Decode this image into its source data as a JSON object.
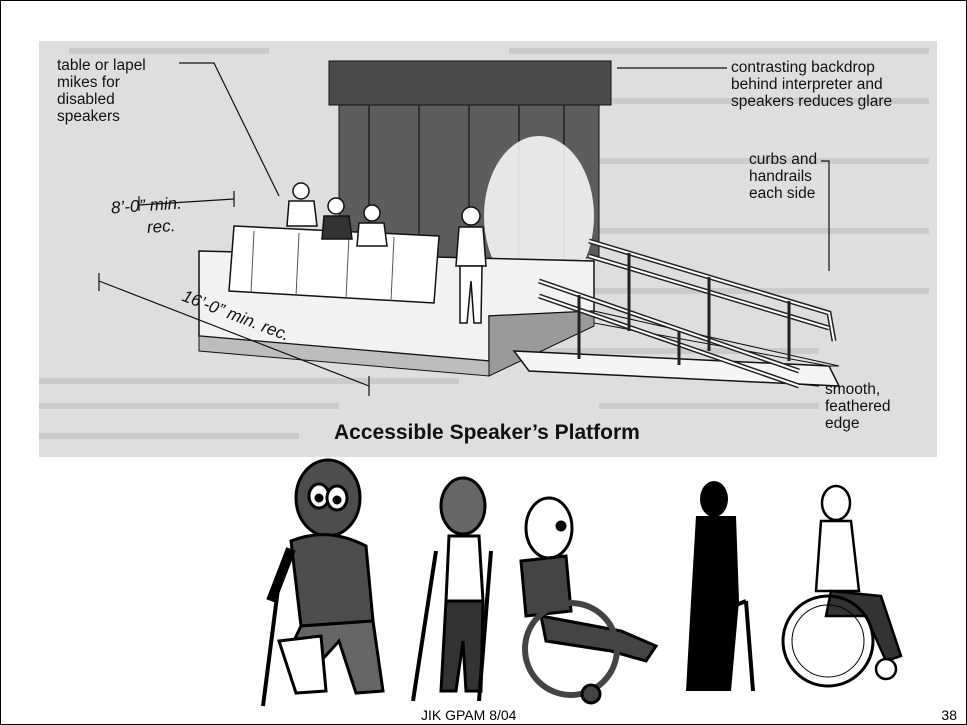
{
  "figure": {
    "caption": "Accessible Speaker’s Platform",
    "labels": {
      "mikes": [
        "table or lapel",
        "mikes for",
        "disabled",
        "speakers"
      ],
      "backdrop": [
        "contrasting backdrop",
        "behind interpreter and",
        "speakers reduces glare"
      ],
      "curbs": [
        "curbs and",
        "handrails",
        "each side"
      ],
      "edge": [
        "smooth,",
        "feathered",
        "edge"
      ]
    },
    "dimensions": {
      "short_min": "8’-0” min.",
      "short_rec": "rec.",
      "long": "16’-0” min. rec."
    }
  },
  "people": {
    "icons": [
      "person-with-leg-cast-icon",
      "person-with-crutches-icon",
      "person-in-wheelchair-icon",
      "person-with-walker-icon",
      "athlete-in-wheelchair-icon"
    ]
  },
  "footer": {
    "text": "JIK GPAM 8/04",
    "page_number": "38"
  }
}
